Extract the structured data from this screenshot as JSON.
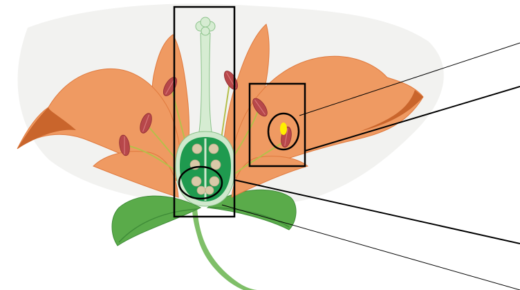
{
  "figure": {
    "subject": "flower",
    "colors": {
      "background": "#ffffff",
      "halo": "#f2f2f0",
      "petal": "#ef9a62",
      "petal_dark": "#e07a3e",
      "petal_shadow": "#c9652c",
      "filament": "#b5bf4a",
      "anther": "#b7474a",
      "anther_light": "#d8787a",
      "style": "#d6ecd2",
      "style_edge": "#8bc28a",
      "ovary": "#1f9a4f",
      "ovary_wall": "#cfe8cc",
      "ovule": "#d9c9a8",
      "leaf": "#5aab4a",
      "leaf_dark": "#3f8c38",
      "stem": "#7fbf68",
      "pollen_grain": "#ffef00",
      "frame": "#000000",
      "leader": "#000000"
    },
    "callouts": [
      {
        "id": "pistil",
        "shape": "rectangle"
      },
      {
        "id": "stamen",
        "shape": "rectangle"
      },
      {
        "id": "anther",
        "shape": "ellipse"
      },
      {
        "id": "ovule",
        "shape": "ellipse"
      }
    ]
  }
}
